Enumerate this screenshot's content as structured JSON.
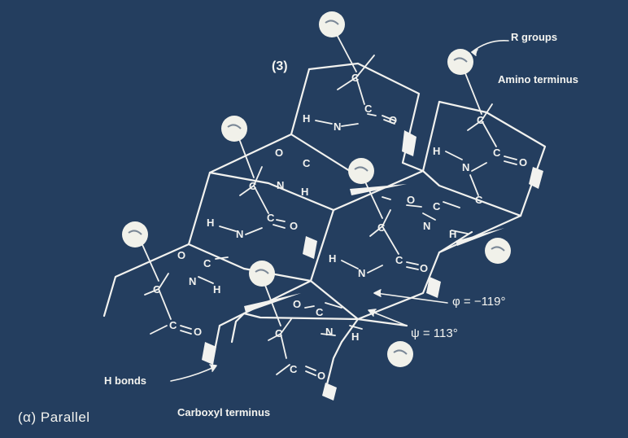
{
  "labels": {
    "strand_number": "(3)",
    "r_groups": "R groups",
    "amino_terminus": "Amino terminus",
    "phi": "φ = −119°",
    "psi": "ψ = 113°",
    "h_bonds": "H bonds",
    "panel": "(α) Parallel",
    "carboxyl_terminus": "Carboxyl terminus"
  },
  "atoms": {
    "carbon": "C",
    "nitrogen": "N",
    "oxygen": "O",
    "hydrogen": "H"
  },
  "colors": {
    "background": "#243e5f",
    "ink": "#f2f2ef",
    "r_group_fill": "#f1f1ea",
    "r_group_mark": "#7a8796"
  }
}
